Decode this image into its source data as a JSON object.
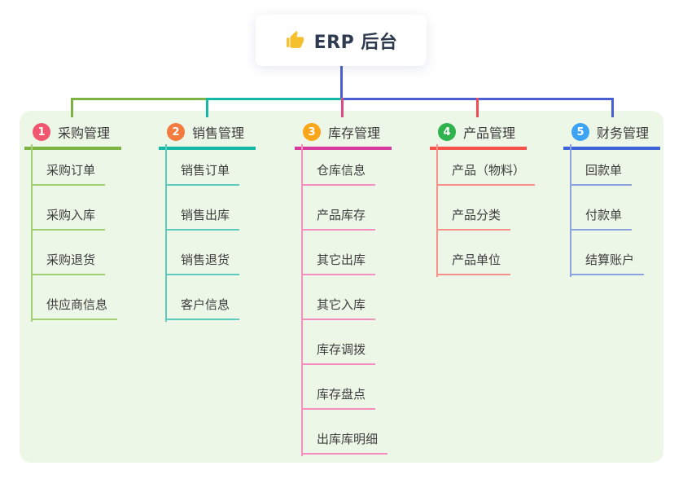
{
  "root": {
    "title": "ERP 后台",
    "icon": "thumbs-up"
  },
  "colors": {
    "page_bg": "#ffffff",
    "panel_bg": "#edf7e8",
    "root_line": "#4a5fd0",
    "title_text": "#2e3a4f",
    "node_text": "#3d3d3d",
    "thumb_icon": "#f6c02d"
  },
  "branches": [
    {
      "number": "1",
      "label": "采购管理",
      "colors": {
        "badge": "#f0566f",
        "accent": "#7cb342",
        "connector": "#7cb342",
        "child_line": "#a2cf71"
      },
      "children": [
        "采购订单",
        "采购入库",
        "采购退货",
        "供应商信息"
      ]
    },
    {
      "number": "2",
      "label": "销售管理",
      "colors": {
        "badge": "#f37b3f",
        "accent": "#14b8a6",
        "connector": "#14b8a6",
        "child_line": "#5ec9bd"
      },
      "children": [
        "销售订单",
        "销售出库",
        "销售退货",
        "客户信息"
      ]
    },
    {
      "number": "3",
      "label": "库存管理",
      "colors": {
        "badge": "#f9a61b",
        "accent": "#d6399b",
        "connector": "#dd4a86",
        "child_line": "#f48fc0"
      },
      "children": [
        "仓库信息",
        "产品库存",
        "其它出库",
        "其它入库",
        "库存调拨",
        "库存盘点",
        "出库库明细"
      ]
    },
    {
      "number": "4",
      "label": "产品管理",
      "colors": {
        "badge": "#2fb34c",
        "accent": "#f4524b",
        "connector": "#ef4d55",
        "child_line": "#f78f8a"
      },
      "children": [
        "产品（物料）",
        "产品分类",
        "产品单位"
      ]
    },
    {
      "number": "5",
      "label": "财务管理",
      "colors": {
        "badge": "#3da4f4",
        "accent": "#3f63d8",
        "connector": "#4a5fd0",
        "child_line": "#8ba4e0"
      },
      "children": [
        "回款单",
        "付款单",
        "结算账户"
      ]
    }
  ]
}
